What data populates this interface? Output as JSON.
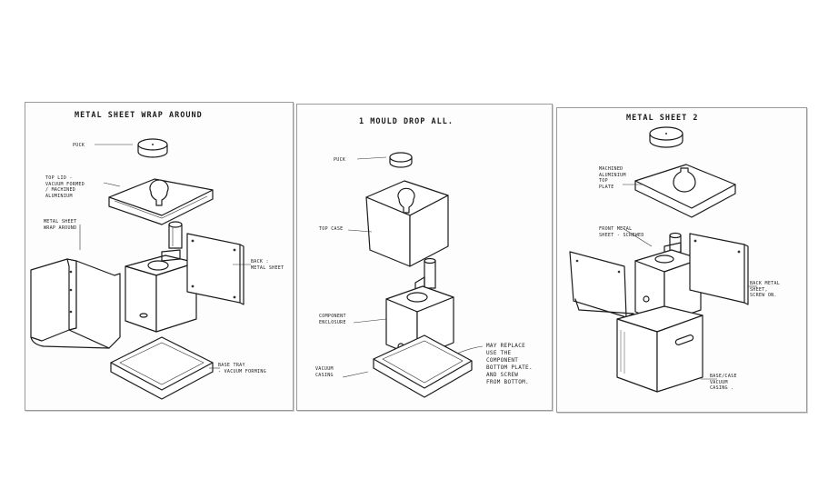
{
  "panels": [
    {
      "title": "METAL SHEET WRAP AROUND",
      "labels": {
        "puck": "PUCK",
        "top_lid": "TOP LID -\nVACUUM FORMED\n/ MACHINED\nALUMINIUM",
        "metal_sheet": "METAL SHEET\nWRAP AROUND",
        "back": "BACK :\nMETAL SHEET",
        "base_tray": "BASE TRAY\n- VACUUM FORMING"
      }
    },
    {
      "title": "1 MOULD DROP ALL.",
      "labels": {
        "puck": "PUCK",
        "top case": "TOP CASE",
        "component_enclosure": "COMPONENT\nENCLOSURE",
        "vacuum_casing": "VACUUM\nCASING",
        "note": "MAY REPLACE\nUSE THE\nCOMPONENT\nBOTTOM PLATE.\nAND SCREW\nFROM BOTTOM."
      }
    },
    {
      "title": "METAL SHEET 2",
      "labels": {
        "machined_top": "MACHINED\nALUMINIUM\nTOP\nPLATE",
        "front_sheet": "FRONT METAL\nSHEET - SCREWED",
        "back_sheet": "BACK METAL\nSHEET,\nSCREW ON.",
        "base_case": "BASE/CASE\nVACUUM\nCASING ."
      }
    }
  ]
}
